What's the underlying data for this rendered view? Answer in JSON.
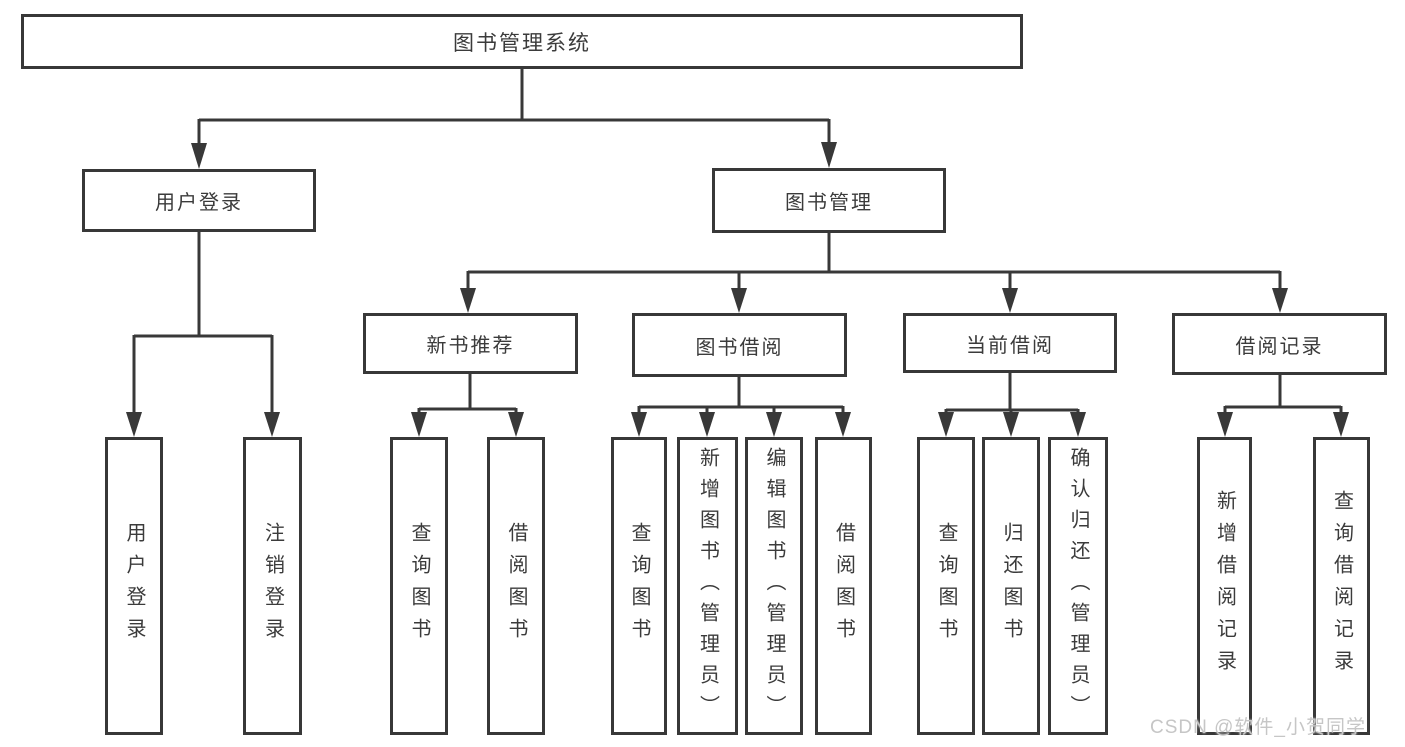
{
  "tree": {
    "root": "图书管理系统",
    "branches": [
      {
        "label": "用户登录",
        "children": [
          "用户登录",
          "注销登录"
        ]
      },
      {
        "label": "图书管理",
        "groups": [
          {
            "label": "新书推荐",
            "children": [
              "查询图书",
              "借阅图书"
            ]
          },
          {
            "label": "图书借阅",
            "children": [
              "查询图书",
              "新增图书（管理员）",
              "编辑图书（管理员）",
              "借阅图书"
            ]
          },
          {
            "label": "当前借阅",
            "children": [
              "查询图书",
              "归还图书",
              "确认归还（管理员）"
            ]
          },
          {
            "label": "借阅记录",
            "children": [
              "新增借阅记录",
              "查询借阅记录"
            ]
          }
        ]
      }
    ]
  },
  "watermark": "CSDN @软件_小贺同学",
  "colors": {
    "line": "#383838",
    "box_border": "#383838",
    "text": "#3b3b3b",
    "watermark": "#c6c6c6",
    "background": "#ffffff"
  }
}
